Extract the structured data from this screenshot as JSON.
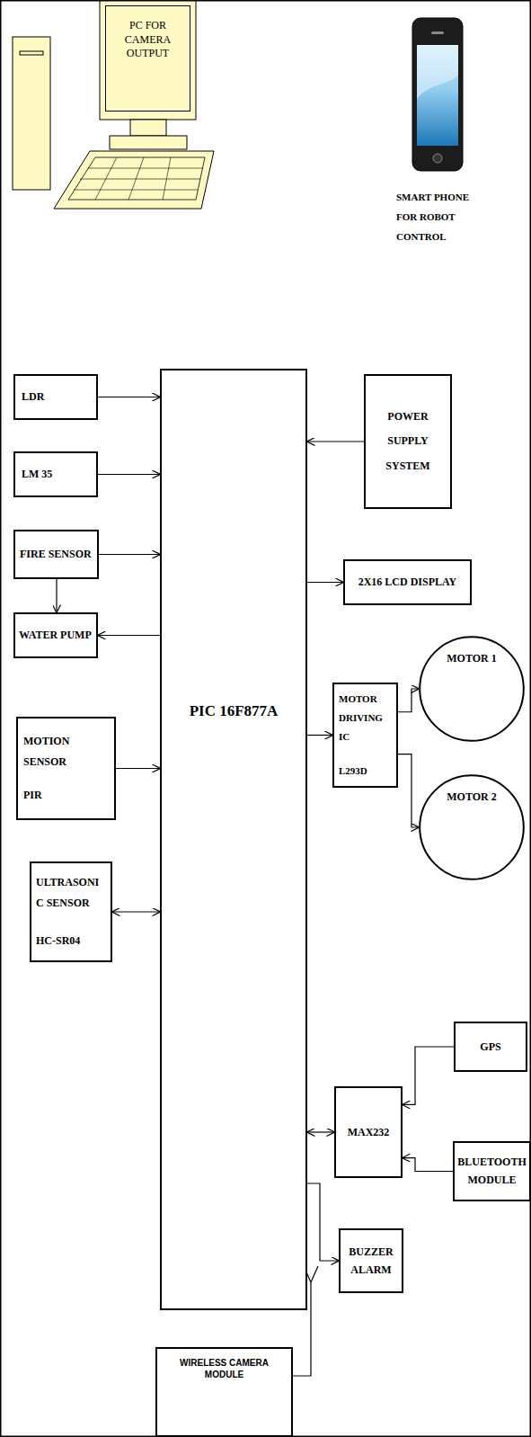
{
  "diagram": {
    "nodes": [
      {
        "text": [
          "PC FOR CAMERA OUTPUT"
        ]
      },
      {
        "text": [
          "LDR"
        ]
      },
      {
        "text": [
          "LM 35"
        ]
      },
      {
        "text": [
          "FIRE SENSOR"
        ]
      },
      {
        "text": [
          "WATER PUMP"
        ]
      },
      {
        "text": [
          "MOTION SENSOR",
          "PIR"
        ]
      },
      {
        "text": [
          "ULTRASONI C SENSOR",
          "HC-SR04"
        ]
      },
      {
        "text": [
          "PIC 16F877A"
        ]
      },
      {
        "text": [
          "POWER SUPPLY SYSTEM"
        ]
      },
      {
        "text": [
          "2X16 LCD DISPLAY"
        ]
      },
      {
        "text": [
          "MOTOR DRIVING IC",
          "L293D"
        ]
      },
      {
        "text": [
          "MOTOR 1"
        ]
      },
      {
        "text": [
          "MOTOR 2"
        ]
      },
      {
        "text": [
          "GPS"
        ]
      },
      {
        "text": [
          "MAX232"
        ]
      },
      {
        "text": [
          "BLUETOOTH MODULE"
        ]
      },
      {
        "text": [
          "BUZZER ALARM"
        ]
      },
      {
        "text": [
          "WIRELESS CAMERA MODULE"
        ]
      }
    ],
    "edges": [
      {
        "from": 1,
        "to": 7,
        "arrow": "to"
      },
      {
        "from": 2,
        "to": 7,
        "arrow": "to"
      },
      {
        "from": 3,
        "to": 7,
        "arrow": "to"
      },
      {
        "from": 3,
        "to": 4,
        "arrow": "to"
      },
      {
        "from": 7,
        "to": 4,
        "arrow": "to"
      },
      {
        "from": 5,
        "to": 7,
        "arrow": "to"
      },
      {
        "from": 6,
        "to": 7,
        "arrow": "both"
      },
      {
        "from": 8,
        "to": 7,
        "arrow": "to"
      },
      {
        "from": 7,
        "to": 9,
        "arrow": "to"
      },
      {
        "from": 7,
        "to": 10,
        "arrow": "to"
      },
      {
        "from": 10,
        "to": 11,
        "arrow": "to"
      },
      {
        "from": 10,
        "to": 12,
        "arrow": "to"
      },
      {
        "from": 7,
        "to": 14,
        "arrow": "both"
      },
      {
        "from": 13,
        "to": 14,
        "arrow": "to"
      },
      {
        "from": 15,
        "to": 14,
        "arrow": "to"
      },
      {
        "from": 7,
        "to": 16,
        "arrow": "to"
      }
    ],
    "labels": [
      "SMART PHONE FOR ROBOT CONTROL"
    ]
  }
}
